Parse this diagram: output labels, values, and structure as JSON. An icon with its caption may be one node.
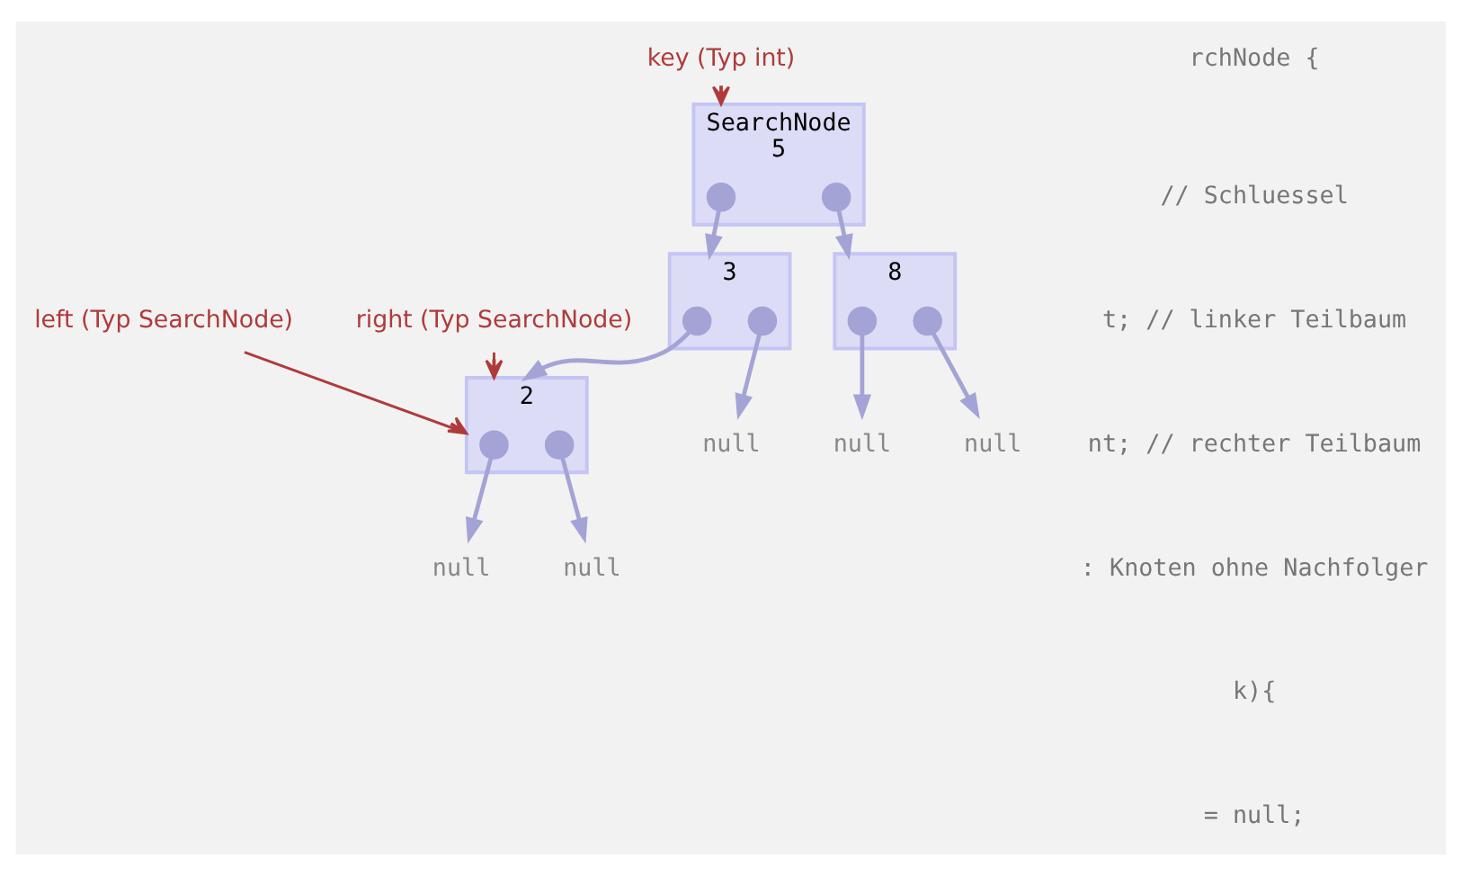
{
  "diagram": {
    "nodes": [
      {
        "text": [
          "SearchNode",
          "5"
        ]
      },
      {
        "text": [],
        "shape": "circle",
        "in": 0
      },
      {
        "text": [],
        "shape": "circle",
        "in": 0
      },
      {
        "text": [
          "3"
        ]
      },
      {
        "text": [],
        "shape": "circle",
        "in": 3
      },
      {
        "text": [],
        "shape": "circle",
        "in": 3
      },
      {
        "text": [
          "8"
        ]
      },
      {
        "text": [],
        "shape": "circle",
        "in": 6
      },
      {
        "text": [],
        "shape": "circle",
        "in": 6
      },
      {
        "text": [
          "2"
        ]
      },
      {
        "text": [],
        "shape": "circle",
        "in": 9
      },
      {
        "text": [],
        "shape": "circle",
        "in": 9
      },
      {
        "text": [
          "null"
        ]
      },
      {
        "text": [
          "null"
        ]
      },
      {
        "text": [
          "null"
        ]
      },
      {
        "text": [
          "null"
        ]
      },
      {
        "text": [
          "null"
        ]
      },
      {
        "text": [
          "key (Typ int)"
        ]
      },
      {
        "text": [
          "left (Typ SearchNode)"
        ]
      },
      {
        "text": [
          "right (Typ SearchNode)"
        ]
      }
    ],
    "edges": [
      {
        "from": 1,
        "to": 3,
        "arrow": "to"
      },
      {
        "from": 2,
        "to": 6,
        "arrow": "to"
      },
      {
        "from": 4,
        "to": 9,
        "arrow": "to"
      },
      {
        "from": 5,
        "to": 12,
        "arrow": "to"
      },
      {
        "from": 7,
        "to": 13,
        "arrow": "to"
      },
      {
        "from": 8,
        "to": 14,
        "arrow": "to"
      },
      {
        "from": 10,
        "to": 15,
        "arrow": "to"
      },
      {
        "from": 11,
        "to": 16,
        "arrow": "to"
      },
      {
        "from": 17,
        "to": 0,
        "arrow": "to",
        "color": "#b03a3a"
      },
      {
        "from": 18,
        "to": 9,
        "arrow": "to",
        "color": "#b03a3a"
      },
      {
        "from": 19,
        "to": 9,
        "arrow": "to",
        "color": "#b03a3a"
      }
    ],
    "labels": [
      "rchNode {",
      "// Schluessel",
      "t; // linker Teilbaum",
      "nt; // rechter Teilbaum",
      ": Knoten ohne Nachfolger",
      "k){",
      "= null;"
    ]
  }
}
